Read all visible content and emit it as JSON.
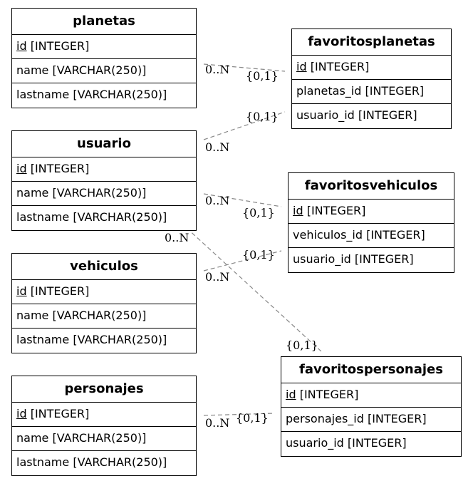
{
  "entities": {
    "planetas": {
      "name": "planetas",
      "fields": [
        {
          "pk": "id",
          "rest": " [INTEGER]"
        },
        {
          "text": "name [VARCHAR(250)]"
        },
        {
          "text": "lastname [VARCHAR(250)]"
        }
      ]
    },
    "usuario": {
      "name": "usuario",
      "fields": [
        {
          "pk": "id",
          "rest": " [INTEGER]"
        },
        {
          "text": "name [VARCHAR(250)]"
        },
        {
          "text": "lastname [VARCHAR(250)]"
        }
      ]
    },
    "vehiculos": {
      "name": "vehiculos",
      "fields": [
        {
          "pk": "id",
          "rest": " [INTEGER]"
        },
        {
          "text": "name [VARCHAR(250)]"
        },
        {
          "text": "lastname [VARCHAR(250)]"
        }
      ]
    },
    "personajes": {
      "name": "personajes",
      "fields": [
        {
          "pk": "id",
          "rest": " [INTEGER]"
        },
        {
          "text": "name [VARCHAR(250)]"
        },
        {
          "text": "lastname [VARCHAR(250)]"
        }
      ]
    },
    "favoritosplanetas": {
      "name": "favoritosplanetas",
      "fields": [
        {
          "pk": "id",
          "rest": " [INTEGER]"
        },
        {
          "text": "planetas_id [INTEGER]"
        },
        {
          "text": "usuario_id [INTEGER]"
        }
      ]
    },
    "favoritosvehiculos": {
      "name": "favoritosvehiculos",
      "fields": [
        {
          "pk": "id",
          "rest": " [INTEGER]"
        },
        {
          "text": "vehiculos_id [INTEGER]"
        },
        {
          "text": "usuario_id [INTEGER]"
        }
      ]
    },
    "favoritospersonajes": {
      "name": "favoritospersonajes",
      "fields": [
        {
          "pk": "id",
          "rest": " [INTEGER]"
        },
        {
          "text": "personajes_id [INTEGER]"
        },
        {
          "text": "usuario_id [INTEGER]"
        }
      ]
    }
  },
  "relations": [
    {
      "from": "planetas",
      "to": "favoritosplanetas",
      "from_card": "0..N",
      "to_card": "{0,1}"
    },
    {
      "from": "usuario",
      "to": "favoritosplanetas",
      "from_card": "0..N",
      "to_card": "{0,1}"
    },
    {
      "from": "usuario",
      "to": "favoritosvehiculos",
      "from_card": "0..N",
      "to_card": "{0,1}"
    },
    {
      "from": "usuario",
      "to": "favoritospersonajes",
      "from_card": "0..N",
      "to_card": "{0,1}"
    },
    {
      "from": "vehiculos",
      "to": "favoritosvehiculos",
      "from_card": "0..N",
      "to_card": "{0,1}"
    },
    {
      "from": "personajes",
      "to": "favoritospersonajes",
      "from_card": "0..N",
      "to_card": "{0,1}"
    }
  ],
  "colors": {
    "line": "#888888",
    "border": "#000000",
    "text": "#000000"
  }
}
